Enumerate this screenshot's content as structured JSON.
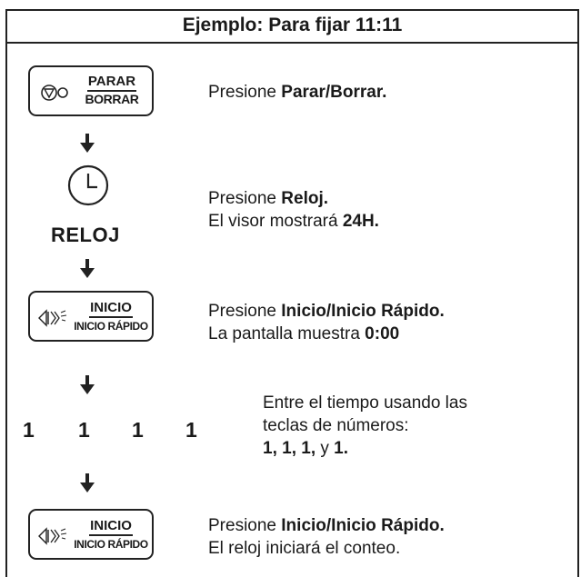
{
  "header": {
    "title": "Ejemplo: Para fijar 11:11"
  },
  "steps": {
    "stop": {
      "key_top": "PARAR",
      "key_bottom": "BORRAR",
      "text_plain": "Presione ",
      "text_bold": "Parar/Borrar."
    },
    "clock": {
      "key_label": "RELOJ",
      "line1_plain": "Presione ",
      "line1_bold": "Reloj.",
      "line2_plain": "El visor mostrará ",
      "line2_bold": "24H."
    },
    "start1": {
      "key_top": "INICIO",
      "key_bottom": "INICIO RÁPIDO",
      "line1_plain": "Presione ",
      "line1_bold": "Inicio/Inicio Rápido.",
      "line2_plain": "La pantalla muestra ",
      "line2_bold": "0:00"
    },
    "digits": {
      "keys": [
        "1",
        "1",
        "1",
        "1"
      ],
      "line1": "Entre el tiempo usando las",
      "line2": "teclas de números:",
      "line3_bold_a": "1, 1, 1,",
      "line3_plain": " y ",
      "line3_bold_b": "1."
    },
    "start2": {
      "key_top": "INICIO",
      "key_bottom": "INICIO RÁPIDO",
      "line1_plain": "Presione ",
      "line1_bold": "Inicio/Inicio Rápido.",
      "line2": "El reloj iniciará el conteo."
    }
  },
  "icons": [
    "stop-icon",
    "clock-icon",
    "start-icon",
    "arrow-down-icon"
  ]
}
